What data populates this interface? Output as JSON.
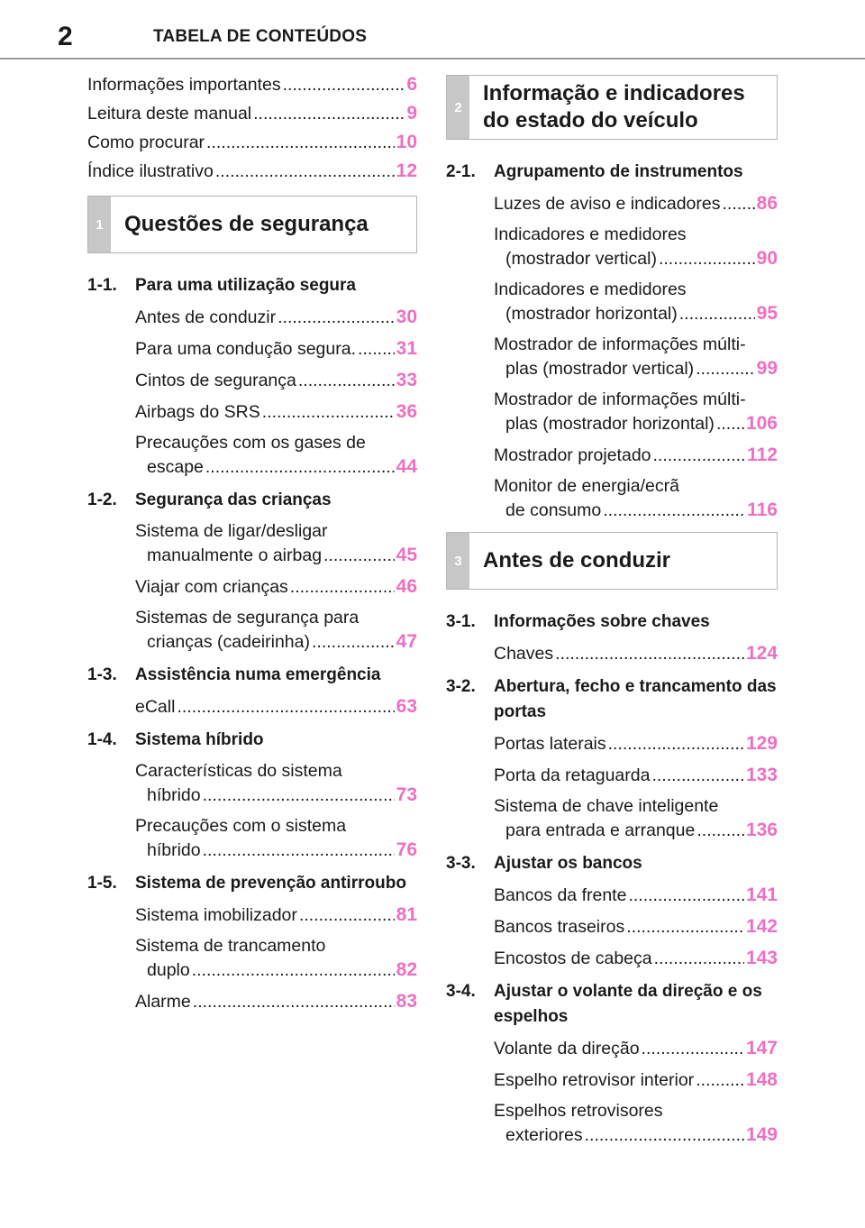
{
  "header": {
    "page_number": "2",
    "title": "TABELA DE CONTEÚDOS"
  },
  "intro": [
    {
      "text": "Informações importantes",
      "page": "6"
    },
    {
      "text": "Leitura deste manual",
      "page": "9"
    },
    {
      "text": "Como procurar",
      "page": "10"
    },
    {
      "text": "Índice ilustrativo",
      "page": "12"
    }
  ],
  "sections": {
    "s1": {
      "number": "1",
      "title": "Questões de segurança",
      "subs": [
        {
          "num": "1-1.",
          "title": "Para uma utilização segura",
          "entries": [
            {
              "text": "Antes de conduzir",
              "page": "30"
            },
            {
              "text": "Para uma condução segura.",
              "page": "31"
            },
            {
              "text": "Cintos de segurança",
              "page": "33"
            },
            {
              "text": "Airbags do SRS",
              "page": "36"
            },
            {
              "line1": "Precauções com os gases de",
              "text": "escape",
              "page": "44"
            }
          ]
        },
        {
          "num": "1-2.",
          "title": "Segurança das crianças",
          "entries": [
            {
              "line1": "Sistema de ligar/desligar",
              "text": "manualmente o airbag",
              "page": "45"
            },
            {
              "text": "Viajar com crianças",
              "page": "46"
            },
            {
              "line1": "Sistemas de segurança para",
              "text": "crianças (cadeirinha)",
              "page": "47"
            }
          ]
        },
        {
          "num": "1-3.",
          "title": "Assistência numa emergência",
          "entries": [
            {
              "text": "eCall",
              "page": "63"
            }
          ]
        },
        {
          "num": "1-4.",
          "title": " Sistema híbrido",
          "entries": [
            {
              "line1": "Características do sistema",
              "text": "híbrido",
              "page": "73"
            },
            {
              "line1": "Precauções com o sistema",
              "text": "híbrido",
              "page": "76"
            }
          ]
        },
        {
          "num": "1-5.",
          "title": "Sistema de prevenção antirroubo",
          "entries": [
            {
              "text": "Sistema imobilizador",
              "page": "81"
            },
            {
              "line1": "Sistema de trancamento",
              "text": "duplo",
              "page": "82"
            },
            {
              "text": "Alarme",
              "page": "83"
            }
          ]
        }
      ]
    },
    "s2": {
      "number": "2",
      "title_line1": "Informação e indicadores",
      "title_line2": "do estado do veículo",
      "subs": [
        {
          "num": "2-1.",
          "title": "Agrupamento de instrumentos",
          "entries": [
            {
              "text": "Luzes de aviso e indicadores",
              "page": "86"
            },
            {
              "line1": "Indicadores e medidores",
              "text": "(mostrador vertical)",
              "page": "90"
            },
            {
              "line1": "Indicadores e medidores",
              "text": "(mostrador horizontal)",
              "page": "95"
            },
            {
              "line1": "Mostrador de informações múlti-",
              "text": "plas (mostrador vertical)",
              "page": "99"
            },
            {
              "line1": "Mostrador de informações múlti-",
              "text": "plas (mostrador horizontal)",
              "page": "106"
            },
            {
              "text": "Mostrador projetado",
              "page": "112"
            },
            {
              "line1": "Monitor de energia/ecrã",
              "text": "de consumo",
              "page": "116"
            }
          ]
        }
      ]
    },
    "s3": {
      "number": "3",
      "title": "Antes de conduzir",
      "subs": [
        {
          "num": "3-1.",
          "title": "Informações sobre chaves",
          "entries": [
            {
              "text": "Chaves",
              "page": "124"
            }
          ]
        },
        {
          "num": "3-2.",
          "title": "Abertura, fecho e trancamento das portas",
          "entries": [
            {
              "text": "Portas laterais",
              "page": "129"
            },
            {
              "text": "Porta da retaguarda",
              "page": "133"
            },
            {
              "line1": "Sistema de chave inteligente",
              "text": "para entrada e arranque",
              "page": "136"
            }
          ]
        },
        {
          "num": "3-3.",
          "title": "Ajustar os bancos",
          "entries": [
            {
              "text": "Bancos da frente",
              "page": "141"
            },
            {
              "text": "Bancos traseiros",
              "page": "142"
            },
            {
              "text": "Encostos de cabeça",
              "page": "143"
            }
          ]
        },
        {
          "num": "3-4.",
          "title": "Ajustar o volante da direção e os espelhos",
          "entries": [
            {
              "text": "Volante da direção",
              "page": "147"
            },
            {
              "text": "Espelho retrovisor interior",
              "page": "148"
            },
            {
              "line1": " Espelhos retrovisores",
              "text": "exteriores",
              "page": "149"
            }
          ]
        }
      ]
    }
  }
}
